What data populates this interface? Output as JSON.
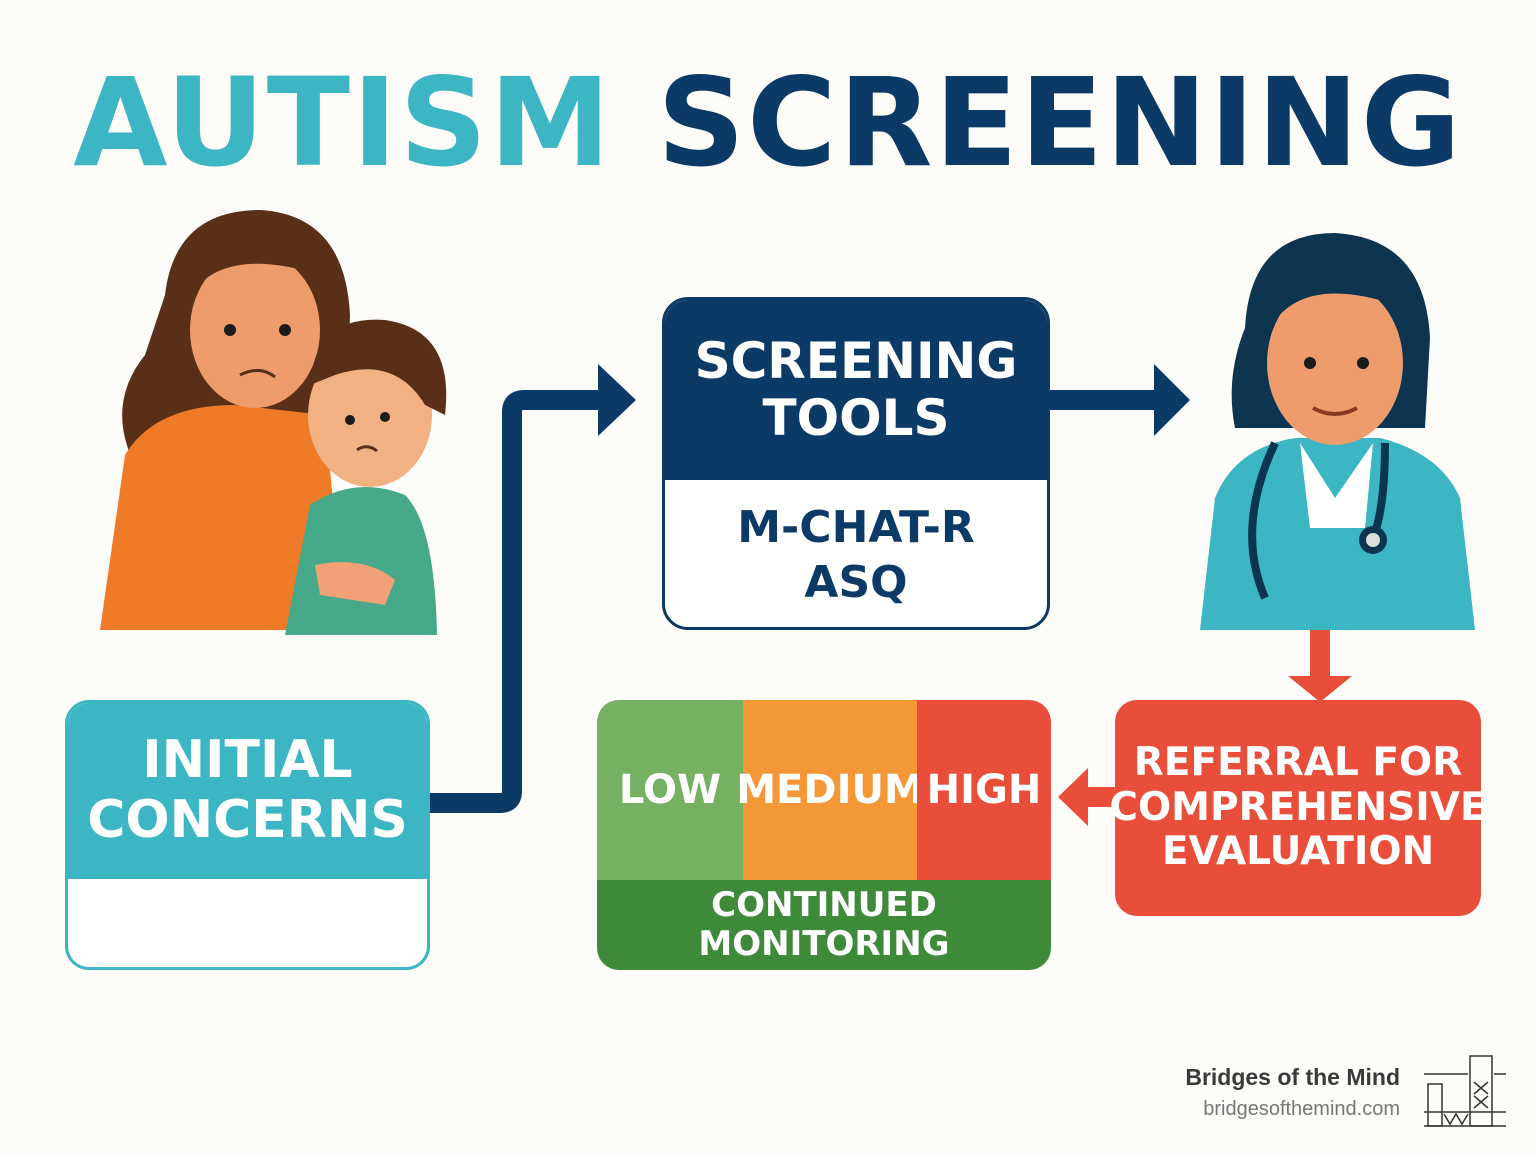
{
  "title": {
    "part1": "AUTISM",
    "part2": "SCREENING"
  },
  "screening_tools": {
    "heading": "SCREENING TOOLS",
    "tools": [
      "M-CHAT-R",
      "ASQ"
    ]
  },
  "initial_concerns": {
    "heading": "INITIAL CONCERNS"
  },
  "referral": {
    "heading": "REFERRAL FOR COMPREHENSIVE EVALUATION"
  },
  "risk_levels": {
    "levels": [
      {
        "label": "LOW",
        "color": "#76b062"
      },
      {
        "label": "MEDIUM",
        "color": "#f39737"
      },
      {
        "label": "HIGH",
        "color": "#e84e3a"
      }
    ],
    "monitoring": "CONTINUED MONITORING"
  },
  "colors": {
    "teal": "#3bb6c2",
    "navy": "#0b3a66",
    "red": "#e84e3a",
    "dark_green": "#3f8a3a"
  },
  "footer": {
    "brand": "Bridges of the Mind",
    "url": "bridgesofthemind.com"
  }
}
